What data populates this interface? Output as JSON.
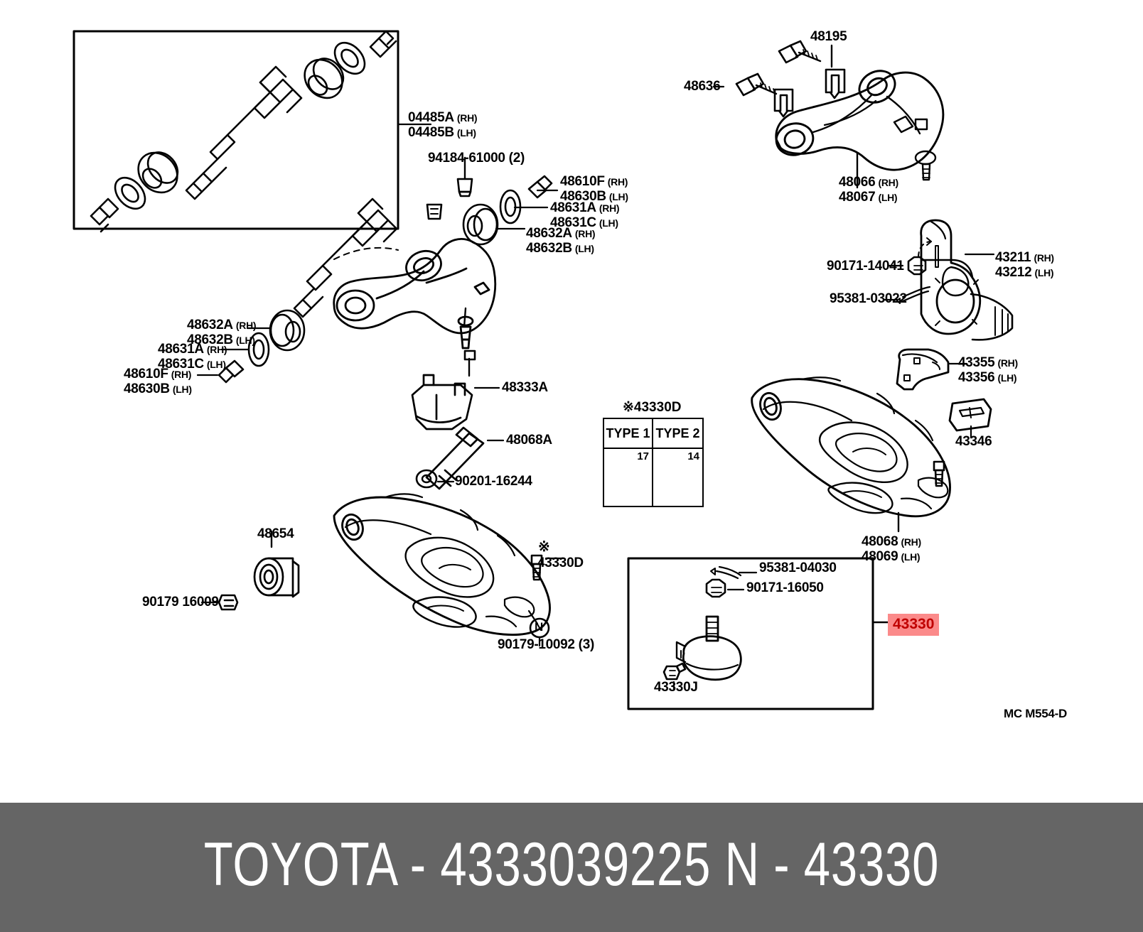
{
  "diagram": {
    "corner_code": "MC  M554-D",
    "highlight_part": "43330",
    "highlight_color": "#fb8a8a",
    "highlight_text_color": "#c00000",
    "inset_box_label": {
      "rh": "04485A (RH)",
      "lh": "04485B (LH)"
    },
    "labels": [
      {
        "id": "l-04485",
        "line1": "04485A",
        "sfx1": "(RH)",
        "line2": "04485B",
        "sfx2": "(LH)"
      },
      {
        "id": "l-94184",
        "line1": "94184-61000 (2)"
      },
      {
        "id": "l-48610F-r",
        "line1": "48610F",
        "sfx1": "(RH)",
        "line2": "48630B",
        "sfx2": "(LH)"
      },
      {
        "id": "l-48631A-r",
        "line1": "48631A",
        "sfx1": "(RH)",
        "line2": "48631C",
        "sfx2": "(LH)"
      },
      {
        "id": "l-48632A-r",
        "line1": "48632A",
        "sfx1": "(RH)",
        "line2": "48632B",
        "sfx2": "(LH)"
      },
      {
        "id": "l-48632A-l",
        "line1": "48632A",
        "sfx1": "(RH)",
        "line2": "48632B",
        "sfx2": "(LH)"
      },
      {
        "id": "l-48631A-l",
        "line1": "48631A",
        "sfx1": "(RH)",
        "line2": "48631C",
        "sfx2": "(LH)"
      },
      {
        "id": "l-48610F-l",
        "line1": "48610F",
        "sfx1": "(RH)",
        "line2": "48630B",
        "sfx2": "(LH)"
      },
      {
        "id": "l-48333A",
        "line1": "48333A"
      },
      {
        "id": "l-48068A",
        "line1": "48068A"
      },
      {
        "id": "l-90201",
        "line1": "90201-16244"
      },
      {
        "id": "l-48654",
        "line1": "48654"
      },
      {
        "id": "l-90179-16009",
        "line1": "90179 16009"
      },
      {
        "id": "l-43330D-arm",
        "line1": "43330D"
      },
      {
        "id": "l-90179-10092",
        "line1": "90179-10092 (3)"
      },
      {
        "id": "l-48195",
        "line1": "48195"
      },
      {
        "id": "l-48636",
        "line1": "48636"
      },
      {
        "id": "l-48066",
        "line1": "48066",
        "sfx1": "(RH)",
        "line2": "48067",
        "sfx2": "(LH)"
      },
      {
        "id": "l-90171-14041",
        "line1": "90171-14041"
      },
      {
        "id": "l-95381-03022",
        "line1": "95381-03022"
      },
      {
        "id": "l-43211",
        "line1": "43211",
        "sfx1": "(RH)",
        "line2": "43212",
        "sfx2": "(LH)"
      },
      {
        "id": "l-43355",
        "line1": "43355",
        "sfx1": "(RH)",
        "line2": "43356",
        "sfx2": "(LH)"
      },
      {
        "id": "l-43346",
        "line1": "43346"
      },
      {
        "id": "l-48068",
        "line1": "48068",
        "sfx1": "(RH)",
        "line2": "48069",
        "sfx2": "(LH)"
      },
      {
        "id": "l-95381-04030",
        "line1": "95381-04030"
      },
      {
        "id": "l-90171-16050",
        "line1": "90171-16050"
      },
      {
        "id": "l-43330J",
        "line1": "43330J"
      }
    ],
    "type_table": {
      "title": "43330D",
      "star": "※",
      "columns": [
        {
          "header": "TYPE 1",
          "size": "17"
        },
        {
          "header": "TYPE 2",
          "size": "14"
        }
      ]
    },
    "markers": {
      "star": "※",
      "n_circle": "N"
    }
  },
  "footer": {
    "brand": "TOYOTA",
    "part_number": "4333039225",
    "n_code": "N - 43330",
    "text": "TOYOTA - 4333039225    N - 43330",
    "background": "#656565",
    "text_color": "#ffffff"
  }
}
